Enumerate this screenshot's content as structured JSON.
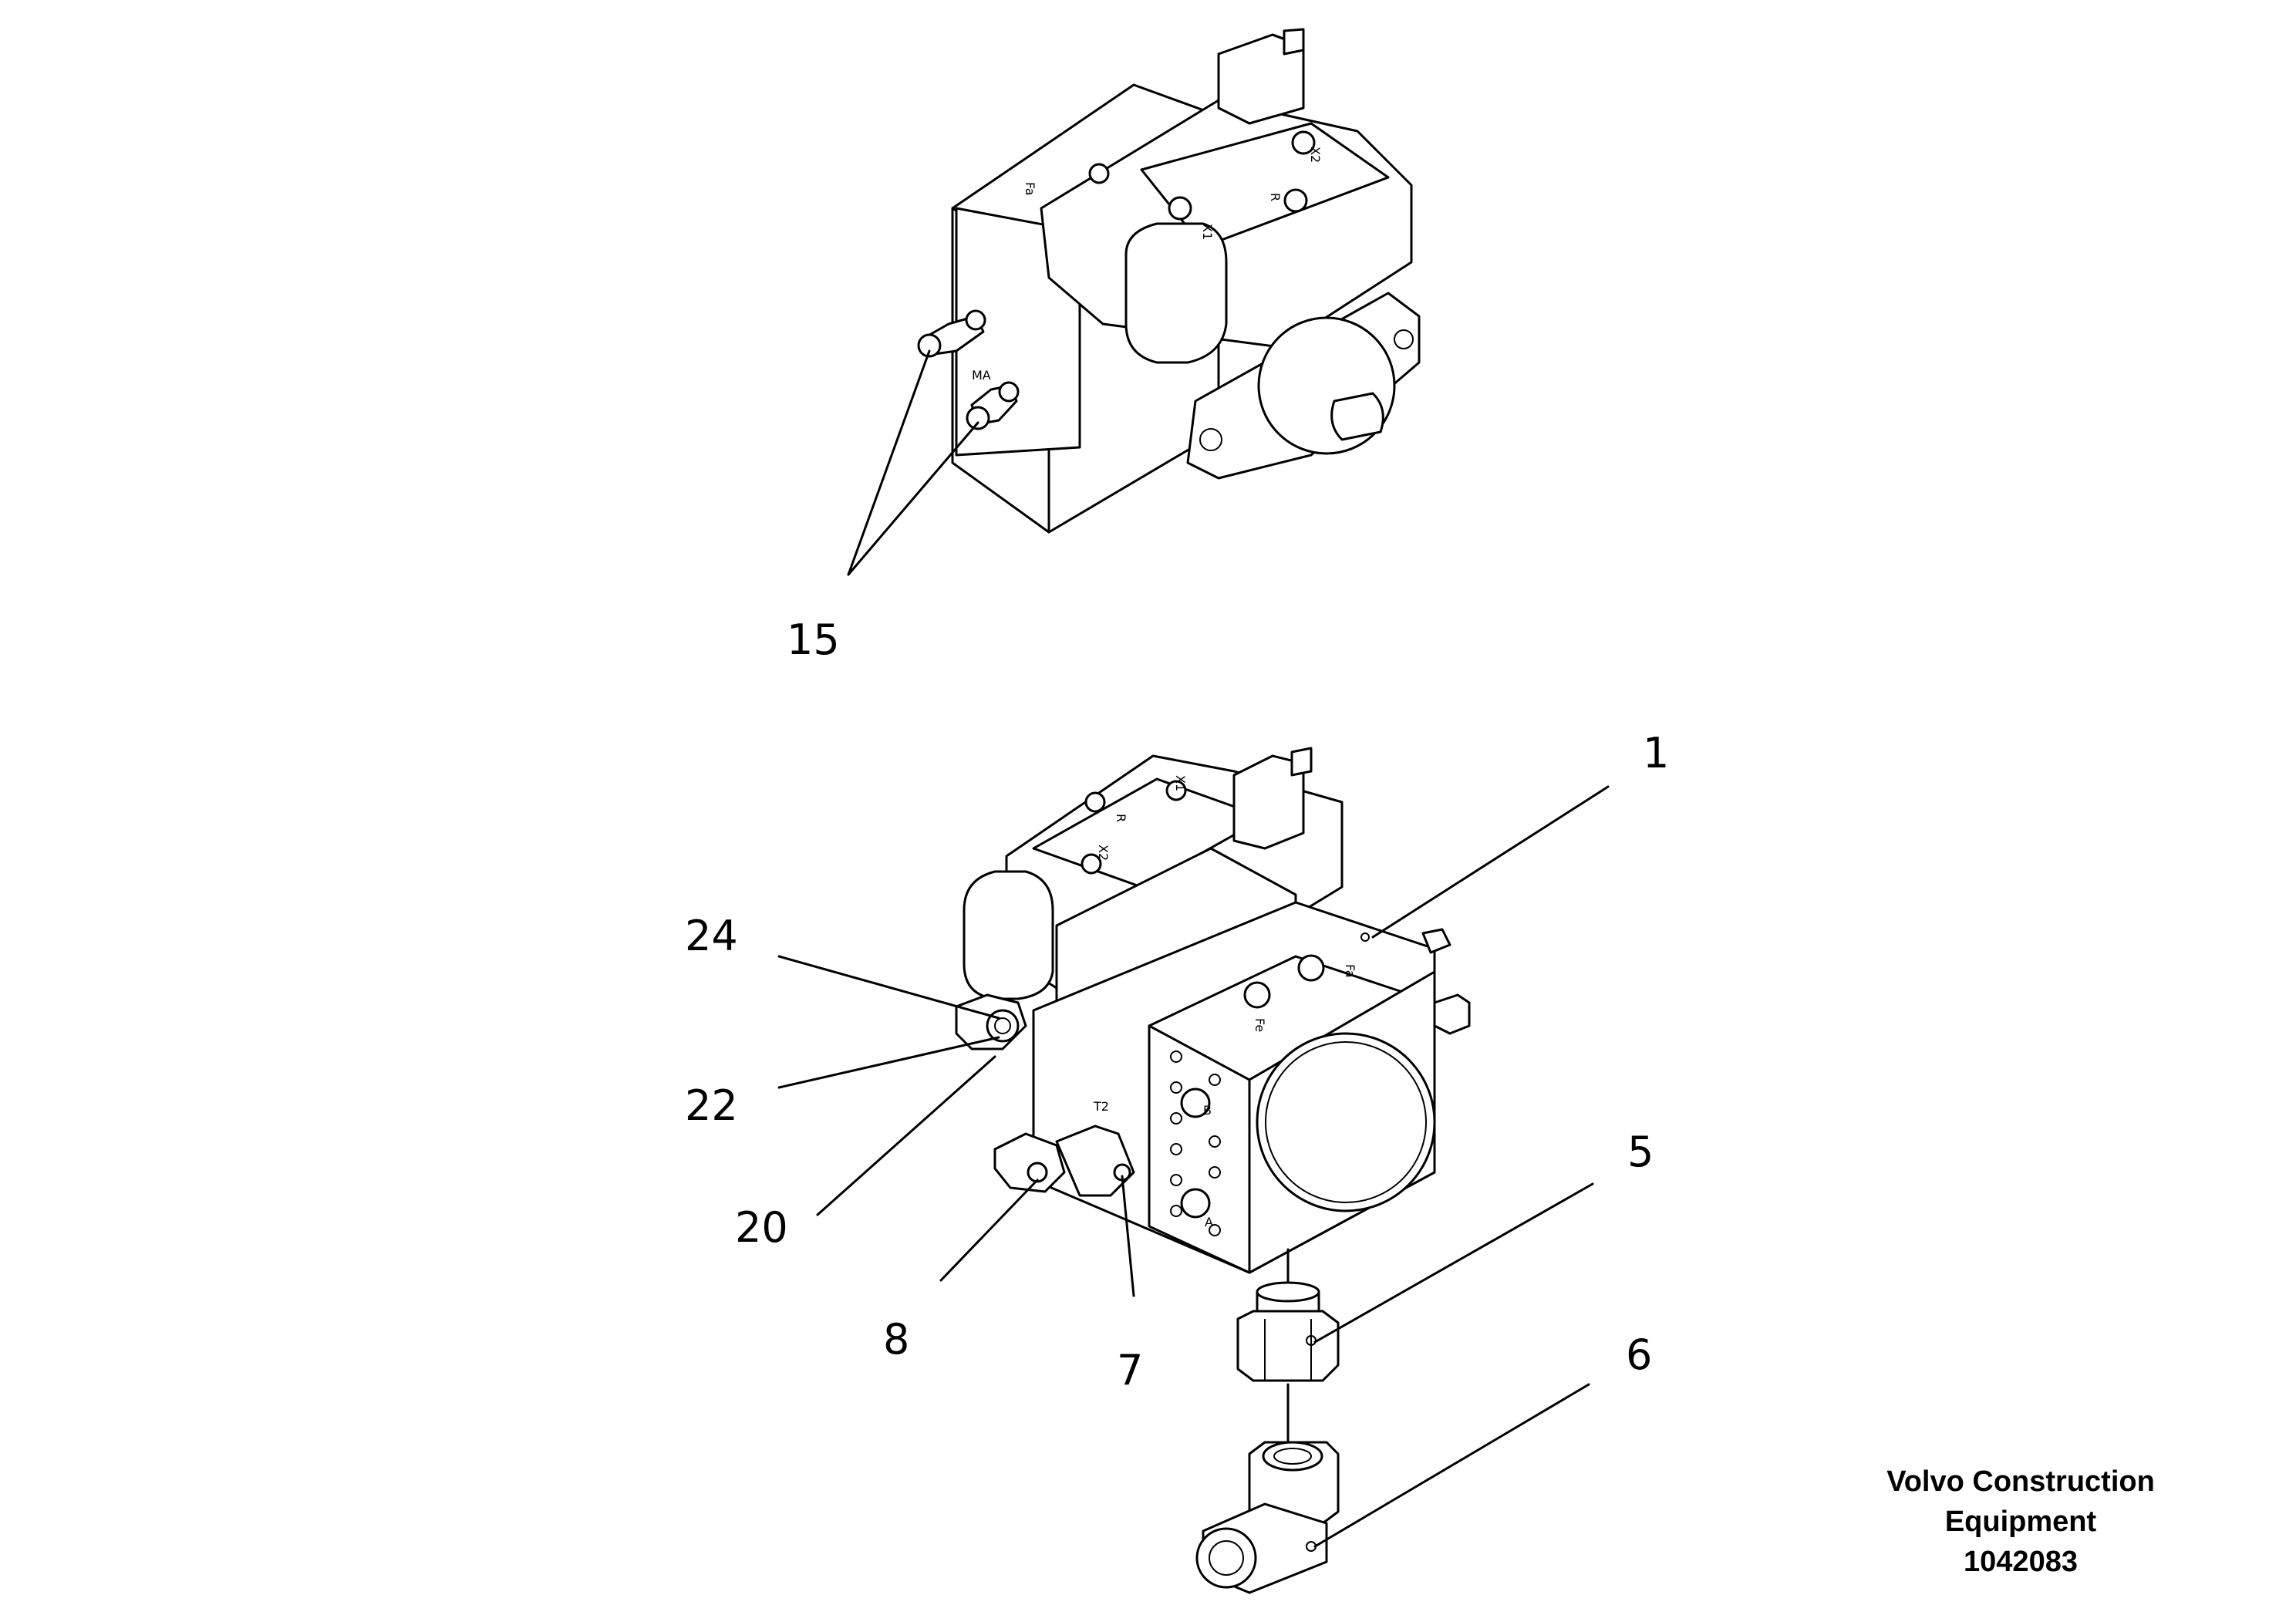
{
  "callouts": {
    "c15": "15",
    "c1": "1",
    "c24": "24",
    "c22": "22",
    "c20": "20",
    "c8": "8",
    "c7": "7",
    "c5": "5",
    "c6": "6"
  },
  "port_labels": {
    "top_fa": "Fa",
    "top_x1": "X1",
    "top_x2": "X2",
    "top_r": "R",
    "top_ma": "MA",
    "bot_x1": "X1",
    "bot_x2": "X2",
    "bot_r": "R",
    "bot_fa": "Fa",
    "bot_fe": "Fe",
    "bot_b": "B",
    "bot_a": "A",
    "bot_t2": "T2"
  },
  "caption": {
    "line1": "Volvo Construction",
    "line2": "Equipment",
    "part_number": "1042083"
  }
}
